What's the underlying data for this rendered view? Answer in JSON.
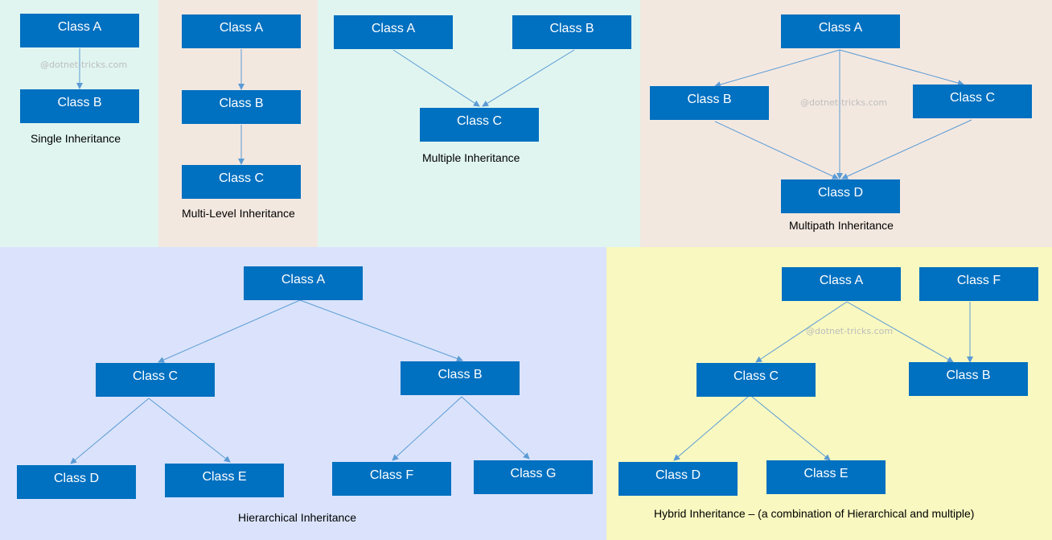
{
  "colors": {
    "box_fill": "#0070c0",
    "box_text": "#ffffff",
    "arrow": "#5b9bd5",
    "panel_single": "#e0f5f0",
    "panel_multilevel": "#f3e8e0",
    "panel_multiple": "#e0f5f0",
    "panel_multipath": "#f3e8e0",
    "panel_hierarchical": "#dae3fb",
    "panel_hybrid": "#f8f8c0"
  },
  "watermark": "@dotnet-tricks.com",
  "single": {
    "a": "Class A",
    "b": "Class B",
    "caption": "Single Inheritance"
  },
  "multilevel": {
    "a": "Class A",
    "b": "Class B",
    "c": "Class C",
    "caption": "Multi-Level Inheritance"
  },
  "multiple": {
    "a": "Class A",
    "b": "Class B",
    "c": "Class C",
    "caption": "Multiple Inheritance"
  },
  "multipath": {
    "a": "Class A",
    "b": "Class B",
    "c": "Class C",
    "d": "Class D",
    "caption": "Multipath Inheritance"
  },
  "hierarchical": {
    "a": "Class A",
    "b": "Class B",
    "c": "Class C",
    "d": "Class D",
    "e": "Class E",
    "f": "Class F",
    "g": "Class G",
    "caption": "Hierarchical Inheritance"
  },
  "hybrid": {
    "a": "Class A",
    "b": "Class B",
    "c": "Class C",
    "d": "Class D",
    "e": "Class E",
    "f": "Class F",
    "caption": "Hybrid Inheritance – (a combination of Hierarchical and multiple)"
  }
}
